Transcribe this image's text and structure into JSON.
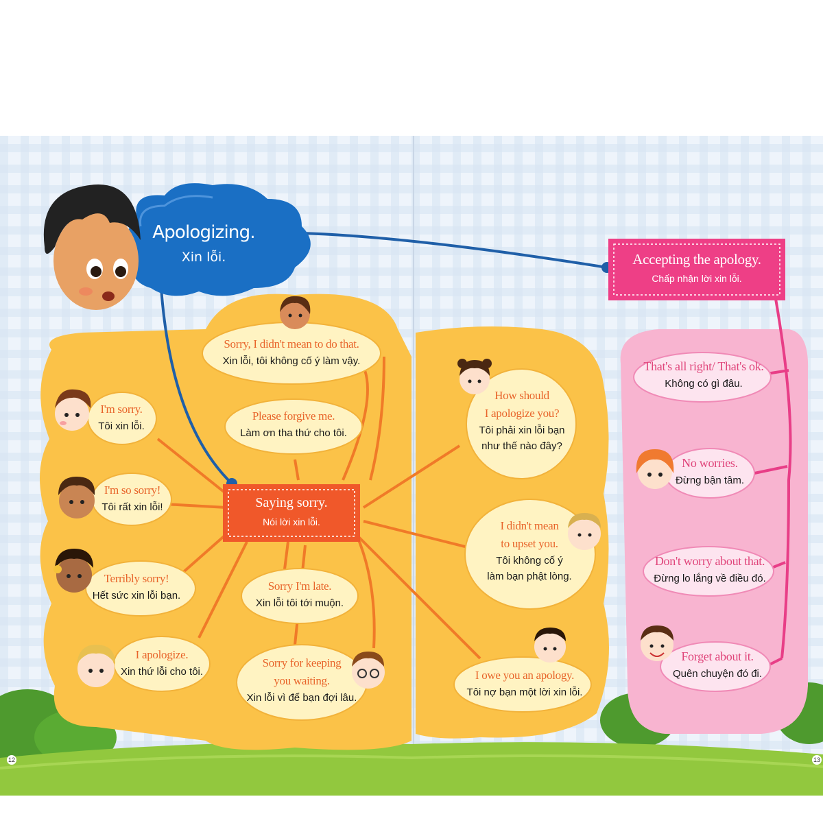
{
  "title": {
    "en": "Apologizing.",
    "vi": "Xin lỗi."
  },
  "saying_sorry": {
    "heading": {
      "en": "Saying sorry.",
      "vi": "Nói lời xin lỗi."
    },
    "phrases": [
      {
        "id": "didnt-mean-that",
        "en": [
          "Sorry, I didn't mean to do that."
        ],
        "vi": [
          "Xin lỗi, tôi không cố ý làm vậy."
        ]
      },
      {
        "id": "im-sorry",
        "en": [
          "I'm sorry."
        ],
        "vi": [
          "Tôi xin lỗi."
        ]
      },
      {
        "id": "forgive-me",
        "en": [
          "Please forgive me."
        ],
        "vi": [
          "Làm ơn tha thứ cho tôi."
        ]
      },
      {
        "id": "so-sorry",
        "en": [
          "I'm so sorry!"
        ],
        "vi": [
          "Tôi rất xin lỗi!"
        ]
      },
      {
        "id": "terribly-sorry",
        "en": [
          "Terribly sorry!"
        ],
        "vi": [
          "Hết sức xin lỗi bạn."
        ]
      },
      {
        "id": "sorry-late",
        "en": [
          "Sorry I'm late."
        ],
        "vi": [
          "Xin lỗi tôi tới muộn."
        ]
      },
      {
        "id": "i-apologize",
        "en": [
          "I apologize."
        ],
        "vi": [
          "Xin thứ lỗi cho tôi."
        ]
      },
      {
        "id": "keeping-waiting",
        "en": [
          "Sorry for keeping",
          "you waiting."
        ],
        "vi": [
          "Xin lỗi vì để bạn đợi lâu."
        ]
      },
      {
        "id": "how-apologize",
        "en": [
          "How should",
          "I apologize you?"
        ],
        "vi": [
          "Tôi phải xin lỗi bạn",
          "như thế nào đây?"
        ]
      },
      {
        "id": "didnt-upset",
        "en": [
          "I didn't mean",
          "to upset you."
        ],
        "vi": [
          "Tôi không cố ý",
          "làm bạn phật lòng."
        ]
      },
      {
        "id": "owe-apology",
        "en": [
          "I owe you an apology."
        ],
        "vi": [
          "Tôi nợ bạn một lời xin lỗi."
        ]
      }
    ]
  },
  "accepting": {
    "heading": {
      "en": "Accepting the apology.",
      "vi": "Chấp nhận lời xin lỗi."
    },
    "phrases": [
      {
        "id": "all-right",
        "en": [
          "That's all right/ That's ok."
        ],
        "vi": [
          "Không có gì đâu."
        ]
      },
      {
        "id": "no-worries",
        "en": [
          "No worries."
        ],
        "vi": [
          "Đừng bận tâm."
        ]
      },
      {
        "id": "dont-worry",
        "en": [
          "Don't worry about that."
        ],
        "vi": [
          "Đừng lo lắng về điều đó."
        ]
      },
      {
        "id": "forget-it",
        "en": [
          "Forget about it."
        ],
        "vi": [
          "Quên chuyện đó đi."
        ]
      }
    ]
  },
  "page_numbers": {
    "left": "12",
    "right": "13"
  },
  "colors": {
    "cloud": "#1a6fc4",
    "connector": "#1f5fa8",
    "yellow_panel": "#fbc248",
    "bubble": "#fff3c2",
    "orange_box": "#f0582a",
    "orange_line": "#f07a28",
    "pink_panel": "#f8b4d0",
    "pink_box": "#ee3f86",
    "pink_line": "#e83e87",
    "grass": "#92c83e",
    "bush": "#4e9a2e"
  },
  "icons": [
    "boy-face-icon",
    "girl-face-icon",
    "curly-boy-face-icon",
    "curly-girl-face-icon",
    "blond-boy-face-icon",
    "glasses-boy-face-icon",
    "ponytail-girl-face-icon",
    "redhead-girl-face-icon",
    "smiling-boy-face-icon"
  ]
}
